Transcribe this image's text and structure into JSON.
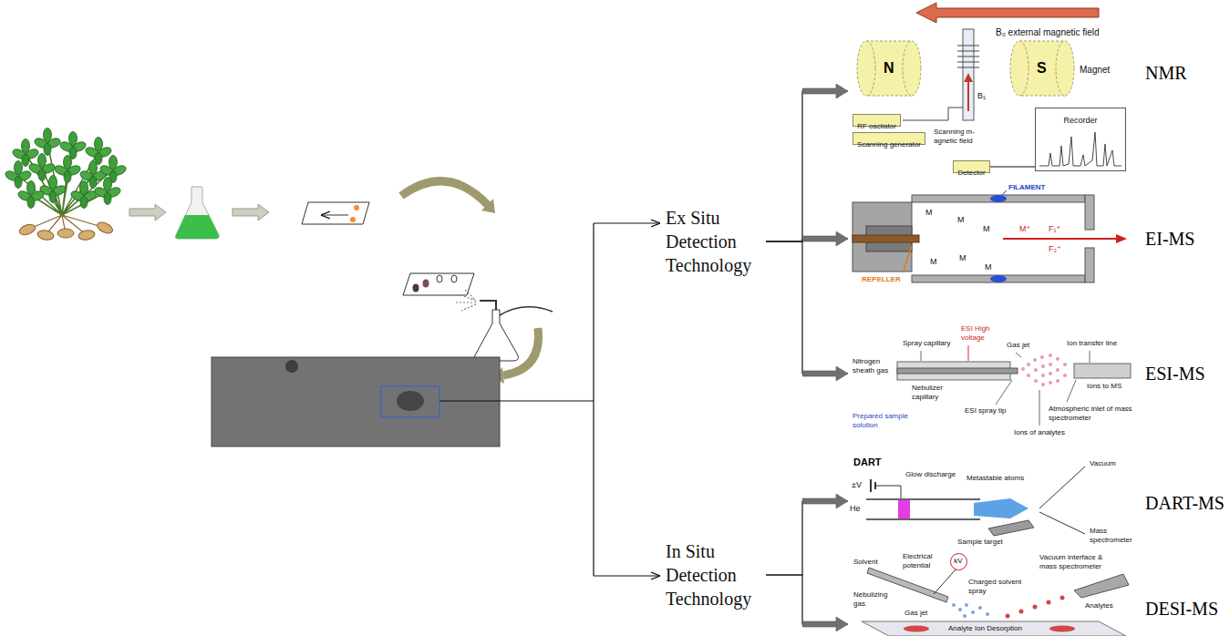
{
  "diagram": {
    "nodes": [
      {
        "text": [
          "Ex Situ Detection Technology"
        ]
      },
      {
        "text": [
          "In Situ Detection Technology"
        ]
      },
      {
        "text": [
          "NMR",
          "B₀ external magnetic field",
          "Magnet",
          "N",
          "S",
          "B₁",
          "Scanning m- agnetic field"
        ]
      },
      {
        "text": [
          "RF oscilator"
        ],
        "in": 2
      },
      {
        "text": [
          "Scanning generator"
        ],
        "in": 2
      },
      {
        "text": [
          "Recorder"
        ],
        "in": 2
      },
      {
        "text": [
          "Detector"
        ],
        "in": 2
      },
      {
        "text": [
          "EI-MS",
          "FILAMENT",
          "REPELLER",
          "M",
          "M",
          "M",
          "M",
          "M",
          "M",
          "M⁺",
          "F₁⁺",
          "F₂⁺"
        ]
      },
      {
        "text": [
          "ESI-MS",
          "Spray capillary",
          "ESI High voltage",
          "Gas jet",
          "Ion transfer line",
          "Nitrogen sheath gas",
          "Nebulizer capillary",
          "ESI spray tip",
          "Ions of analytes",
          "Atmospheric inlet of mass spectrometer",
          "Ions to MS",
          "Prepared sample solution"
        ]
      },
      {
        "text": [
          "DART-MS",
          "DART",
          "±V",
          "He",
          "Glow discharge",
          "Metastable atoms",
          "Sample target",
          "Vacuum",
          "Mass spectrometer"
        ]
      },
      {
        "text": [
          "DESI-MS",
          "Solvent",
          "Electrical potential",
          "Nebulizing gas",
          "Charged solvent spray",
          "Gas jet",
          "Analyte Ion Desorption",
          "Vacuum interface & mass spectrometer",
          "Analytes"
        ]
      },
      {
        "text": [
          "kV"
        ],
        "in": 10
      }
    ],
    "edges": [
      {
        "from": 0,
        "to": 2,
        "arrow": "to"
      },
      {
        "from": 0,
        "to": 7,
        "arrow": "to"
      },
      {
        "from": 0,
        "to": 8,
        "arrow": "to"
      },
      {
        "from": 1,
        "to": 9,
        "arrow": "to"
      },
      {
        "from": 1,
        "to": 10,
        "arrow": "to"
      },
      {
        "from": 6,
        "to": 5,
        "arrow": "none"
      }
    ]
  }
}
